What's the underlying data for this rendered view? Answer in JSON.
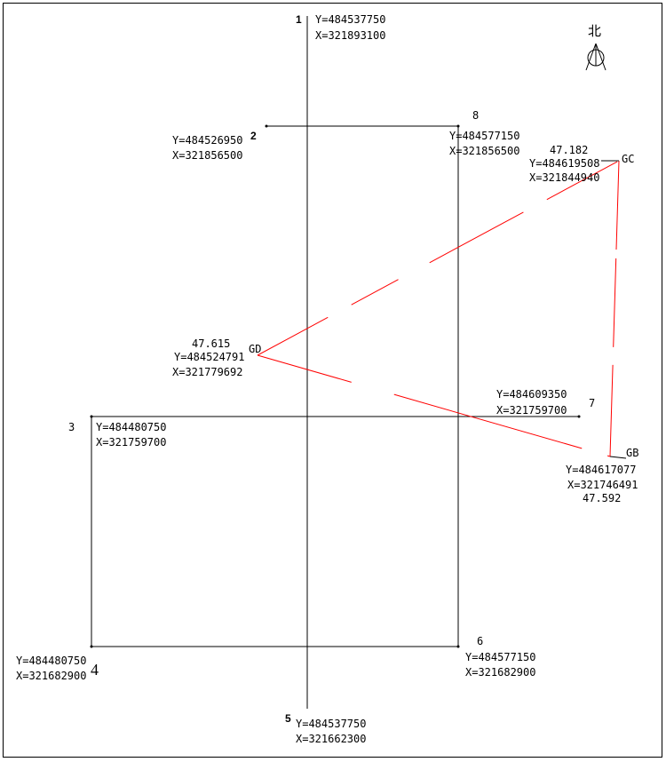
{
  "north": {
    "label": "北"
  },
  "colors": {
    "grid_line": "#000000",
    "survey_line": "#ff0000"
  },
  "points": [
    {
      "id": "1",
      "y": "Y=484537750",
      "x": "X=321893100"
    },
    {
      "id": "2",
      "y": "Y=484526950",
      "x": "X=321856500"
    },
    {
      "id": "3",
      "y": "Y=484480750",
      "x": "X=321759700"
    },
    {
      "id": "4",
      "y": "Y=484480750",
      "x": "X=321682900"
    },
    {
      "id": "5",
      "y": "Y=484537750",
      "x": "X=321662300"
    },
    {
      "id": "6",
      "y": "Y=484577150",
      "x": "X=321682900"
    },
    {
      "id": "7",
      "y": "Y=484609350",
      "x": "X=321759700"
    },
    {
      "id": "8",
      "y": "Y=484577150",
      "x": "X=321856500"
    }
  ],
  "stations": [
    {
      "id": "GC",
      "elev": "47.182",
      "y": "Y=484619508",
      "x": "X=321844940"
    },
    {
      "id": "GD",
      "elev": "47.615",
      "y": "Y=484524791",
      "x": "X=321779692"
    },
    {
      "id": "GB",
      "elev": "47.592",
      "y": "Y=484617077",
      "x": "X=321746491"
    }
  ]
}
